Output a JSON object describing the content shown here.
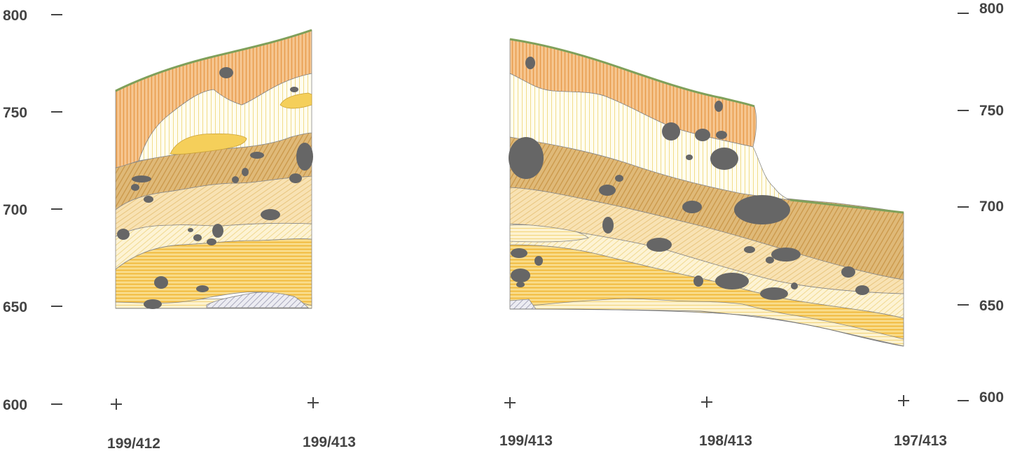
{
  "elevation_axis": {
    "left_ticks": [
      "800",
      "750",
      "700",
      "650",
      "600"
    ],
    "right_ticks": [
      "800",
      "750",
      "700",
      "650",
      "600"
    ]
  },
  "grid_points": [
    "199/412",
    "199/413",
    "199/413",
    "198/413",
    "197/413"
  ],
  "layers": {
    "topsoil": {
      "color": "#7fa05a"
    },
    "upper_orange": {
      "color": "#eaa95a"
    },
    "pale_cream": {
      "color": "#f7e8a8"
    },
    "yellow_lens": {
      "color": "#f5cf5a"
    },
    "brown_band": {
      "color": "#d7a85e"
    },
    "light_tan": {
      "color": "#f2d59a"
    },
    "pale_band": {
      "color": "#f6e2a4"
    },
    "bright_yellow": {
      "color": "#f5c84e"
    },
    "bottom_pale": {
      "color": "#f8ecbd"
    },
    "grey_hatch": {
      "color": "#b3b3c6"
    },
    "boulders": {
      "color": "#666666"
    }
  }
}
